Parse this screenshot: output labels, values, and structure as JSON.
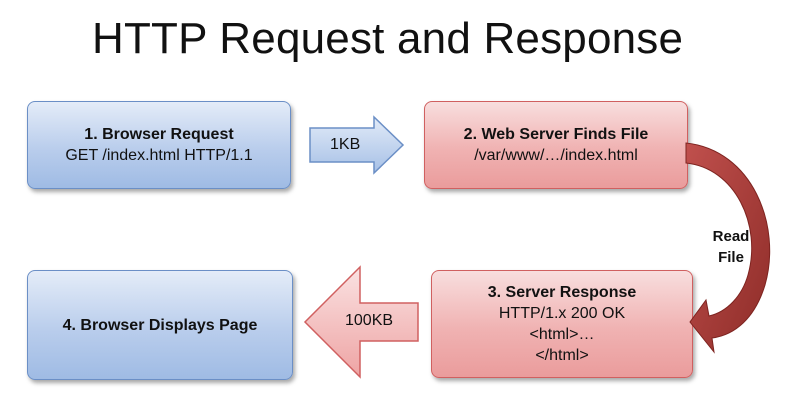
{
  "title": "HTTP Request and Response",
  "steps": [
    {
      "heading": "1. Browser Request",
      "lines": [
        "GET /index.html HTTP/1.1"
      ]
    },
    {
      "heading": "2. Web Server Finds File",
      "lines": [
        "/var/www/…/index.html"
      ]
    },
    {
      "heading": "3. Server Response",
      "lines": [
        "HTTP/1.x 200 OK",
        "<html>…",
        "</html>"
      ]
    },
    {
      "heading": "4. Browser Displays Page",
      "lines": []
    }
  ],
  "arrows": {
    "request_size": "1KB",
    "response_size": "100KB",
    "read_file_line1": "Read",
    "read_file_line2": "File"
  },
  "colors": {
    "blue_box": "#b9cdec",
    "red_box": "#f0b2b2",
    "curve_arrow": "#a33a33"
  }
}
